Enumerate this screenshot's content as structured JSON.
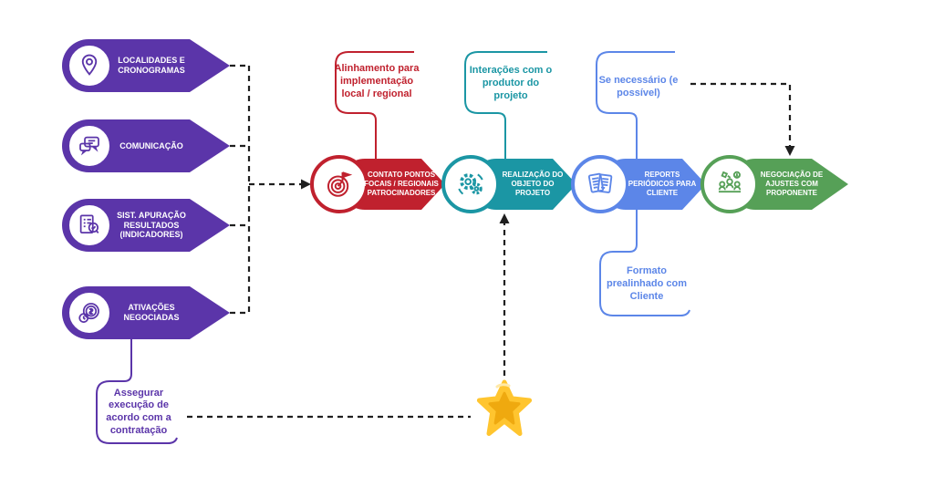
{
  "colors": {
    "purple": "#5B35A9",
    "red": "#C0212E",
    "teal": "#1B96A4",
    "blue": "#5C86E8",
    "green": "#56A057",
    "star_gold": "#FFC52F",
    "star_core": "#EFA90F",
    "connector_dark": "#1F1F1F",
    "background": "#FFFFFF"
  },
  "inputs": {
    "items": [
      {
        "label": "LOCALIDADES E CRONOGRAMAS",
        "icon": "location-pin-icon"
      },
      {
        "label": "COMUNICAÇÃO",
        "icon": "chat-bubbles-icon"
      },
      {
        "label": "SIST. APURAÇÃO RESULTADOS (INDICADORES)",
        "icon": "checklist-search-icon"
      },
      {
        "label": "ATIVAÇÕES NEGOCIADAS",
        "icon": "money-clock-icon"
      }
    ]
  },
  "flow": {
    "steps": [
      {
        "label": "CONTATO PONTOS FOCAIS / REGIONAIS PATROCINADORES",
        "color": "#C0212E",
        "icon": "target-flag-icon"
      },
      {
        "label": "REALIZAÇÃO DO OBJETO DO PROJETO",
        "color": "#1B96A4",
        "icon": "gears-icon"
      },
      {
        "label": "REPORTS PERIÓDICOS PARA CLIENTE",
        "color": "#5C86E8",
        "icon": "documents-icon"
      },
      {
        "label": "NEGOCIAÇÃO DE AJUSTES COM PROPONENTE",
        "color": "#56A057",
        "icon": "negotiation-icon"
      }
    ]
  },
  "callouts": {
    "alignment": {
      "text": "Alinhamento para implementação local / regional",
      "color": "#C0212E"
    },
    "interactions": {
      "text": "Interações com o produtor do projeto",
      "color": "#1B96A4"
    },
    "if_needed": {
      "text": "Se necessário (e possível)",
      "color": "#5C86E8"
    },
    "format": {
      "text": "Formato prealinhado com Cliente",
      "color": "#5C86E8"
    },
    "assure": {
      "text": "Assegurar execução de acordo com a contratação",
      "color": "#5B35A9"
    }
  },
  "star": {
    "name": "highlight-star",
    "color": "#FFC52F"
  }
}
